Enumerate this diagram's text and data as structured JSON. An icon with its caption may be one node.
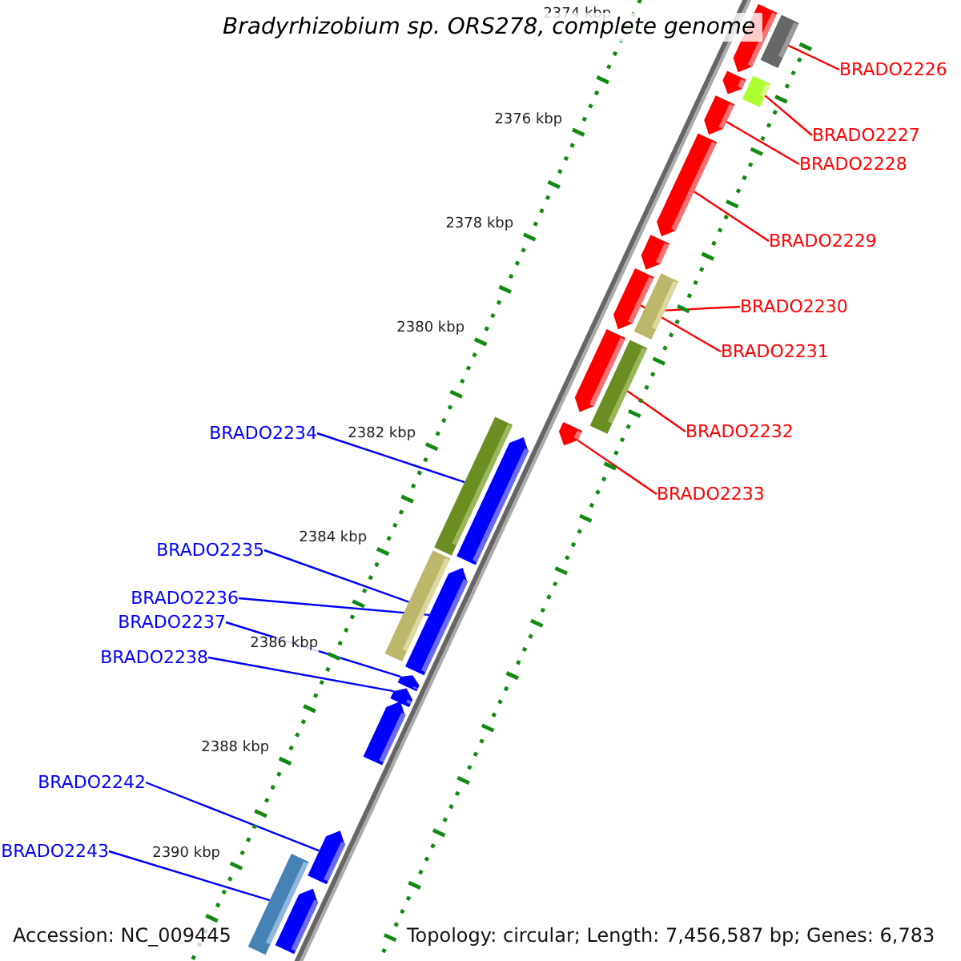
{
  "diagram": {
    "title": "Bradyrhizobium sp. ORS278, complete genome",
    "nodes": [
      {
        "text": [
          "BRADO2226"
        ]
      },
      {
        "text": [
          "BRADO2227"
        ]
      },
      {
        "text": [
          "BRADO2228"
        ]
      },
      {
        "text": [
          "BRADO2229"
        ]
      },
      {
        "text": [
          "BRADO2230"
        ]
      },
      {
        "text": [
          "BRADO2231"
        ]
      },
      {
        "text": [
          "BRADO2232"
        ]
      },
      {
        "text": [
          "BRADO2233"
        ]
      },
      {
        "text": [
          "BRADO2234"
        ]
      },
      {
        "text": [
          "BRADO2235"
        ]
      },
      {
        "text": [
          "BRADO2236"
        ]
      },
      {
        "text": [
          "BRADO2237"
        ]
      },
      {
        "text": [
          "BRADO2238"
        ]
      },
      {
        "text": [
          "BRADO2242"
        ]
      },
      {
        "text": [
          "BRADO2243"
        ]
      },
      {
        "text": [],
        "shape": "bar"
      },
      {
        "text": [],
        "shape": "pentagon"
      },
      {
        "text": [],
        "shape": "bar"
      },
      {
        "text": [],
        "shape": "pentagon"
      },
      {
        "text": [],
        "shape": "pentagon"
      },
      {
        "text": [],
        "shape": "pentagon"
      },
      {
        "text": [],
        "shape": "pentagon"
      },
      {
        "text": [],
        "shape": "bar"
      },
      {
        "text": [],
        "shape": "pentagon"
      },
      {
        "text": [],
        "shape": "bar"
      },
      {
        "text": [],
        "shape": "pentagon"
      },
      {
        "text": [],
        "shape": "pentagon"
      },
      {
        "text": [],
        "shape": "bar"
      },
      {
        "text": [],
        "shape": "pentagon"
      },
      {
        "text": [],
        "shape": "bar"
      },
      {
        "text": [],
        "shape": "pentagon"
      },
      {
        "text": [],
        "shape": "pentagon"
      },
      {
        "text": [],
        "shape": "pentagon"
      },
      {
        "text": [],
        "shape": "pentagon"
      },
      {
        "text": [],
        "shape": "pentagon"
      },
      {
        "text": [],
        "shape": "bar"
      },
      {
        "text": [],
        "shape": "pentagon"
      }
    ],
    "edges": [
      {
        "from": 0,
        "to": 15,
        "arrow": "none"
      },
      {
        "from": 1,
        "to": 17,
        "arrow": "none"
      },
      {
        "from": 2,
        "to": 19,
        "arrow": "none"
      },
      {
        "from": 3,
        "to": 20,
        "arrow": "none"
      },
      {
        "from": 4,
        "to": 22,
        "arrow": "none"
      },
      {
        "from": 5,
        "to": 23,
        "arrow": "none"
      },
      {
        "from": 6,
        "to": 24,
        "arrow": "none"
      },
      {
        "from": 7,
        "to": 26,
        "arrow": "none"
      },
      {
        "from": 8,
        "to": 27,
        "arrow": "none",
        "color": "#0000ff"
      },
      {
        "from": 9,
        "to": 29,
        "arrow": "none",
        "color": "#0000ff"
      },
      {
        "from": 10,
        "to": 30,
        "arrow": "none",
        "color": "#0000ff"
      },
      {
        "from": 11,
        "to": 31,
        "arrow": "none",
        "color": "#0000ff"
      },
      {
        "from": 12,
        "to": 32,
        "arrow": "none",
        "color": "#0000ff"
      },
      {
        "from": 13,
        "to": 34,
        "arrow": "none",
        "color": "#0000ff"
      },
      {
        "from": 14,
        "to": 35,
        "arrow": "none",
        "color": "#0000ff"
      }
    ],
    "labels": [
      "2374 kbp",
      "2376 kbp",
      "2378 kbp",
      "2380 kbp",
      "2382 kbp",
      "2384 kbp",
      "2386 kbp",
      "2388 kbp",
      "2390 kbp",
      "Accession: NC_009445",
      "Topology: circular; Length: 7,456,587 bp; Genes: 6,783"
    ]
  }
}
